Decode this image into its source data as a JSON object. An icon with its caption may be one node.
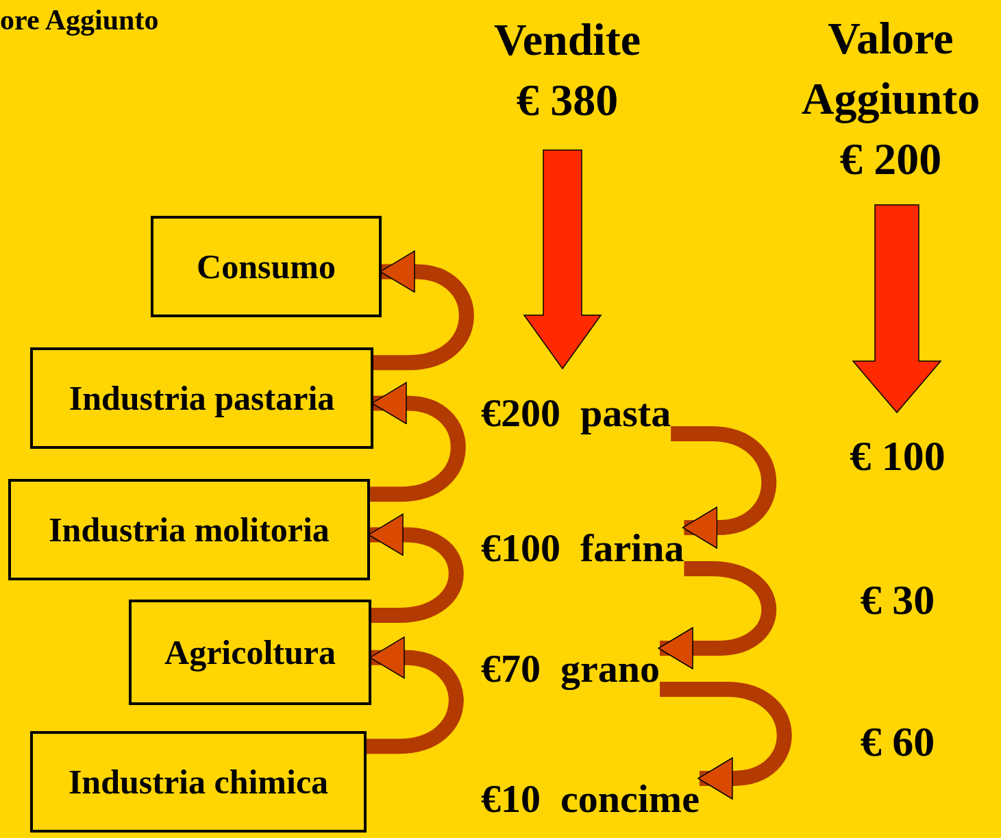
{
  "diagram": {
    "title": "Vendite € 380",
    "nodes": [
      {
        "text": [
          "Consumo"
        ]
      },
      {
        "text": [
          "Industria pastaria"
        ]
      },
      {
        "text": [
          "Industria molitoria"
        ]
      },
      {
        "text": [
          "Agricoltura"
        ]
      },
      {
        "text": [
          "Industria chimica"
        ]
      },
      {
        "text": [
          "€200  pasta"
        ]
      },
      {
        "text": [
          "€100  farina"
        ]
      },
      {
        "text": [
          "€70  grano"
        ]
      },
      {
        "text": [
          "€10  concime"
        ]
      }
    ],
    "edges": [
      {
        "from": 1,
        "to": 0,
        "arrow": "to"
      },
      {
        "from": 2,
        "to": 1,
        "arrow": "to"
      },
      {
        "from": 3,
        "to": 2,
        "arrow": "to"
      },
      {
        "from": 4,
        "to": 3,
        "arrow": "to"
      },
      {
        "from": 5,
        "to": 6,
        "arrow": "to"
      },
      {
        "from": 6,
        "to": 7,
        "arrow": "to"
      },
      {
        "from": 7,
        "to": 8,
        "arrow": "to"
      }
    ],
    "labels": [
      "ore Aggiunto",
      "Valore Aggiunto € 200",
      "€ 100",
      "€ 30",
      "€ 60"
    ]
  }
}
